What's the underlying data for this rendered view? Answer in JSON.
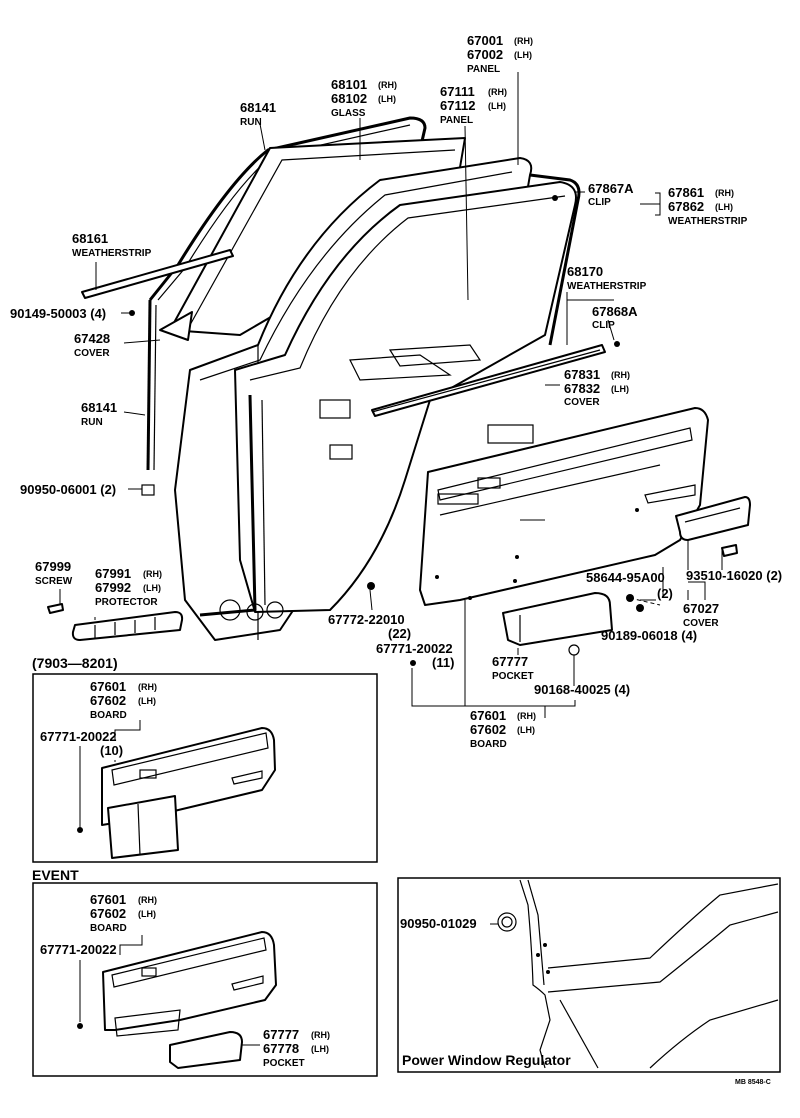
{
  "callouts": {
    "c67001": {
      "num": "67001",
      "sfx": "(RH)"
    },
    "c67002": {
      "num": "67002",
      "sfx": "(LH)",
      "name": "PANEL"
    },
    "c68101": {
      "num": "68101",
      "sfx": "(RH)"
    },
    "c68102": {
      "num": "68102",
      "sfx": "(LH)",
      "name": "GLASS"
    },
    "c67111": {
      "num": "67111",
      "sfx": "(RH)"
    },
    "c67112": {
      "num": "67112",
      "sfx": "(LH)",
      "name": "PANEL"
    },
    "c68141a": {
      "num": "68141",
      "name": "RUN"
    },
    "c67867a": {
      "num": "67867A",
      "name": "CLIP"
    },
    "c67861": {
      "num": "67861",
      "sfx": "(RH)"
    },
    "c67862": {
      "num": "67862",
      "sfx": "(LH)",
      "name": "WEATHERSTRIP"
    },
    "c68161": {
      "num": "68161",
      "name": "WEATHERSTRIP"
    },
    "c68170": {
      "num": "68170",
      "name": "WEATHERSTRIP"
    },
    "c90149": {
      "num": "90149-50003 (4)"
    },
    "c67868a": {
      "num": "67868A",
      "name": "CLIP"
    },
    "c67428": {
      "num": "67428",
      "name": "COVER"
    },
    "c67831": {
      "num": "67831",
      "sfx": "(RH)"
    },
    "c67832": {
      "num": "67832",
      "sfx": "(LH)",
      "name": "COVER"
    },
    "c68141b": {
      "num": "68141",
      "name": "RUN"
    },
    "c90950a": {
      "num": "90950-06001 (2)"
    },
    "c67999": {
      "num": "67999",
      "name": "SCREW"
    },
    "c67991": {
      "num": "67991",
      "sfx": "(RH)"
    },
    "c67992": {
      "num": "67992",
      "sfx": "(LH)",
      "name": "PROTECTOR"
    },
    "c58644": {
      "num": "58644-95A00"
    },
    "c58644q": {
      "num": "(2)"
    },
    "c93510": {
      "num": "93510-16020 (2)"
    },
    "c67772": {
      "num": "67772-22010"
    },
    "c67772q": {
      "num": "(22)"
    },
    "c67027": {
      "num": "67027",
      "name": "COVER"
    },
    "c67771a": {
      "num": "67771-20022"
    },
    "c67771aq": {
      "num": "(11)"
    },
    "c90189": {
      "num": "90189-06018 (4)"
    },
    "c67777": {
      "num": "67777",
      "name": "POCKET"
    },
    "c90168": {
      "num": "90168-40025 (4)"
    },
    "c67601a": {
      "num": "67601",
      "sfx": "(RH)"
    },
    "c67602a": {
      "num": "67602",
      "sfx": "(LH)",
      "name": "BOARD"
    }
  },
  "box1": {
    "heading": "(7903—8201)",
    "c67601": {
      "num": "67601",
      "sfx": "(RH)"
    },
    "c67602": {
      "num": "67602",
      "sfx": "(LH)",
      "name": "BOARD"
    },
    "c67771": {
      "num": "67771-20022"
    },
    "c67771q": {
      "num": "(10)"
    }
  },
  "box2": {
    "heading": "EVENT",
    "c67601": {
      "num": "67601",
      "sfx": "(RH)"
    },
    "c67602": {
      "num": "67602",
      "sfx": "(LH)",
      "name": "BOARD"
    },
    "c67771": {
      "num": "67771-20022"
    },
    "c67777": {
      "num": "67777",
      "sfx": "(RH)"
    },
    "c67778": {
      "num": "67778",
      "sfx": "(LH)",
      "name": "POCKET"
    }
  },
  "box3": {
    "title": "Power Window Regulator",
    "c90950": {
      "num": "90950-01029"
    }
  },
  "footer": {
    "code": "MB 8548-C"
  }
}
